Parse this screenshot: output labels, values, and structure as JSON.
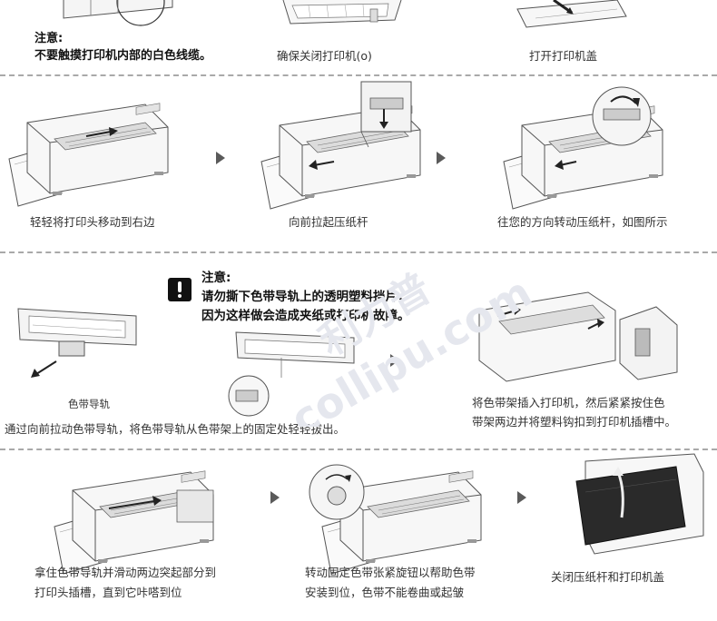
{
  "section1": {
    "note_title": "注意:",
    "note_text": "不要触摸打印机内部的白色线缆。",
    "step2": "确保关闭打印机(o)",
    "step3": "打开打印机盖"
  },
  "section2": {
    "step1": "轻轻将打印头移动到右边",
    "step2": "向前拉起压纸杆",
    "step3": "往您的方向转动压纸杆，如图所示"
  },
  "section3": {
    "guide_label": "色带导轨",
    "caption_left": "通过向前拉动色带导轨，将色带导轨从色带架上的固定处轻轻拔出。",
    "note_title": "注意:",
    "note_line1": "请勿撕下色带导轨上的透明塑料挡片，",
    "note_line2": "因为这样做会造成夹纸或打印机故障。",
    "caption_right_line1": "将色带架插入打印机，然后紧紧按住色",
    "caption_right_line2": "带架两边并将塑料钩扣到打印机插槽中。"
  },
  "section4": {
    "step1_line1": "拿住色带导轨并滑动两边突起部分到",
    "step1_line2": "打印头插槽，直到它咔嗒到位",
    "step2_line1": "转动固定色带张紧旋钮以帮助色带",
    "step2_line2": "安装到位，色带不能卷曲或起皱",
    "step3": "关闭压纸杆和打印机盖"
  },
  "watermark": {
    "brand_cn": "利力普",
    "brand_url": "collipu.com"
  }
}
